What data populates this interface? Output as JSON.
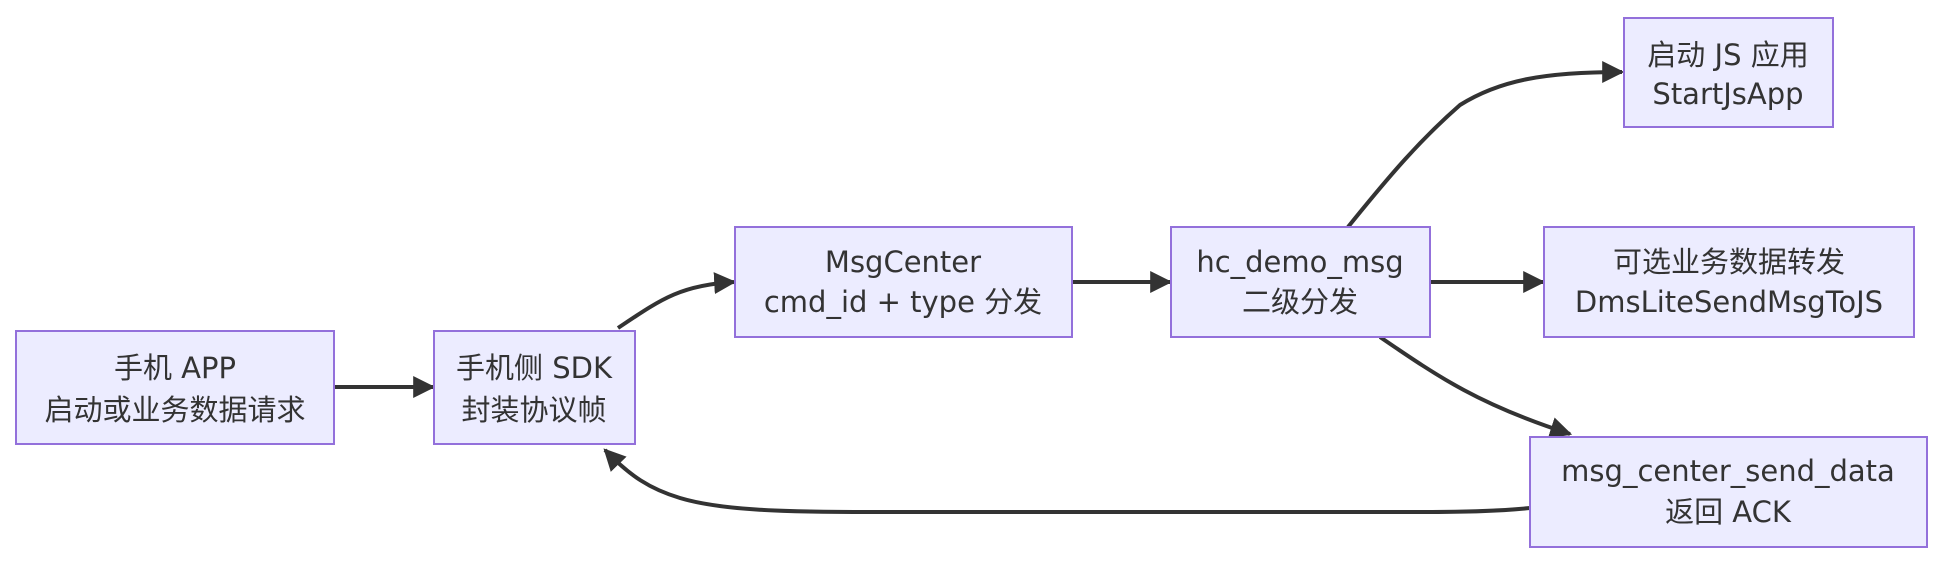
{
  "diagram": {
    "type": "flowchart",
    "direction": "LR",
    "colors": {
      "node_fill": "#ECECFF",
      "node_stroke": "#9370DB",
      "edge": "#333333",
      "text": "#333333"
    },
    "nodes": [
      {
        "id": "app",
        "lines": [
          "手机 APP",
          "启动或业务数据请求"
        ]
      },
      {
        "id": "sdk",
        "lines": [
          "手机侧 SDK",
          "封装协议帧"
        ]
      },
      {
        "id": "msgcenter",
        "lines": [
          "MsgCenter",
          "cmd_id + type 分发"
        ]
      },
      {
        "id": "hcdemo",
        "lines": [
          "hc_demo_msg",
          "二级分发"
        ]
      },
      {
        "id": "startjs",
        "lines": [
          "启动 JS 应用",
          "StartJsApp"
        ]
      },
      {
        "id": "forward",
        "lines": [
          "可选业务数据转发",
          "DmsLiteSendMsgToJS"
        ]
      },
      {
        "id": "ack",
        "lines": [
          "msg_center_send_data",
          "返回 ACK"
        ]
      }
    ],
    "edges": [
      {
        "from": "app",
        "to": "sdk"
      },
      {
        "from": "sdk",
        "to": "msgcenter"
      },
      {
        "from": "msgcenter",
        "to": "hcdemo"
      },
      {
        "from": "hcdemo",
        "to": "startjs"
      },
      {
        "from": "hcdemo",
        "to": "forward"
      },
      {
        "from": "hcdemo",
        "to": "ack"
      },
      {
        "from": "ack",
        "to": "sdk"
      }
    ]
  }
}
